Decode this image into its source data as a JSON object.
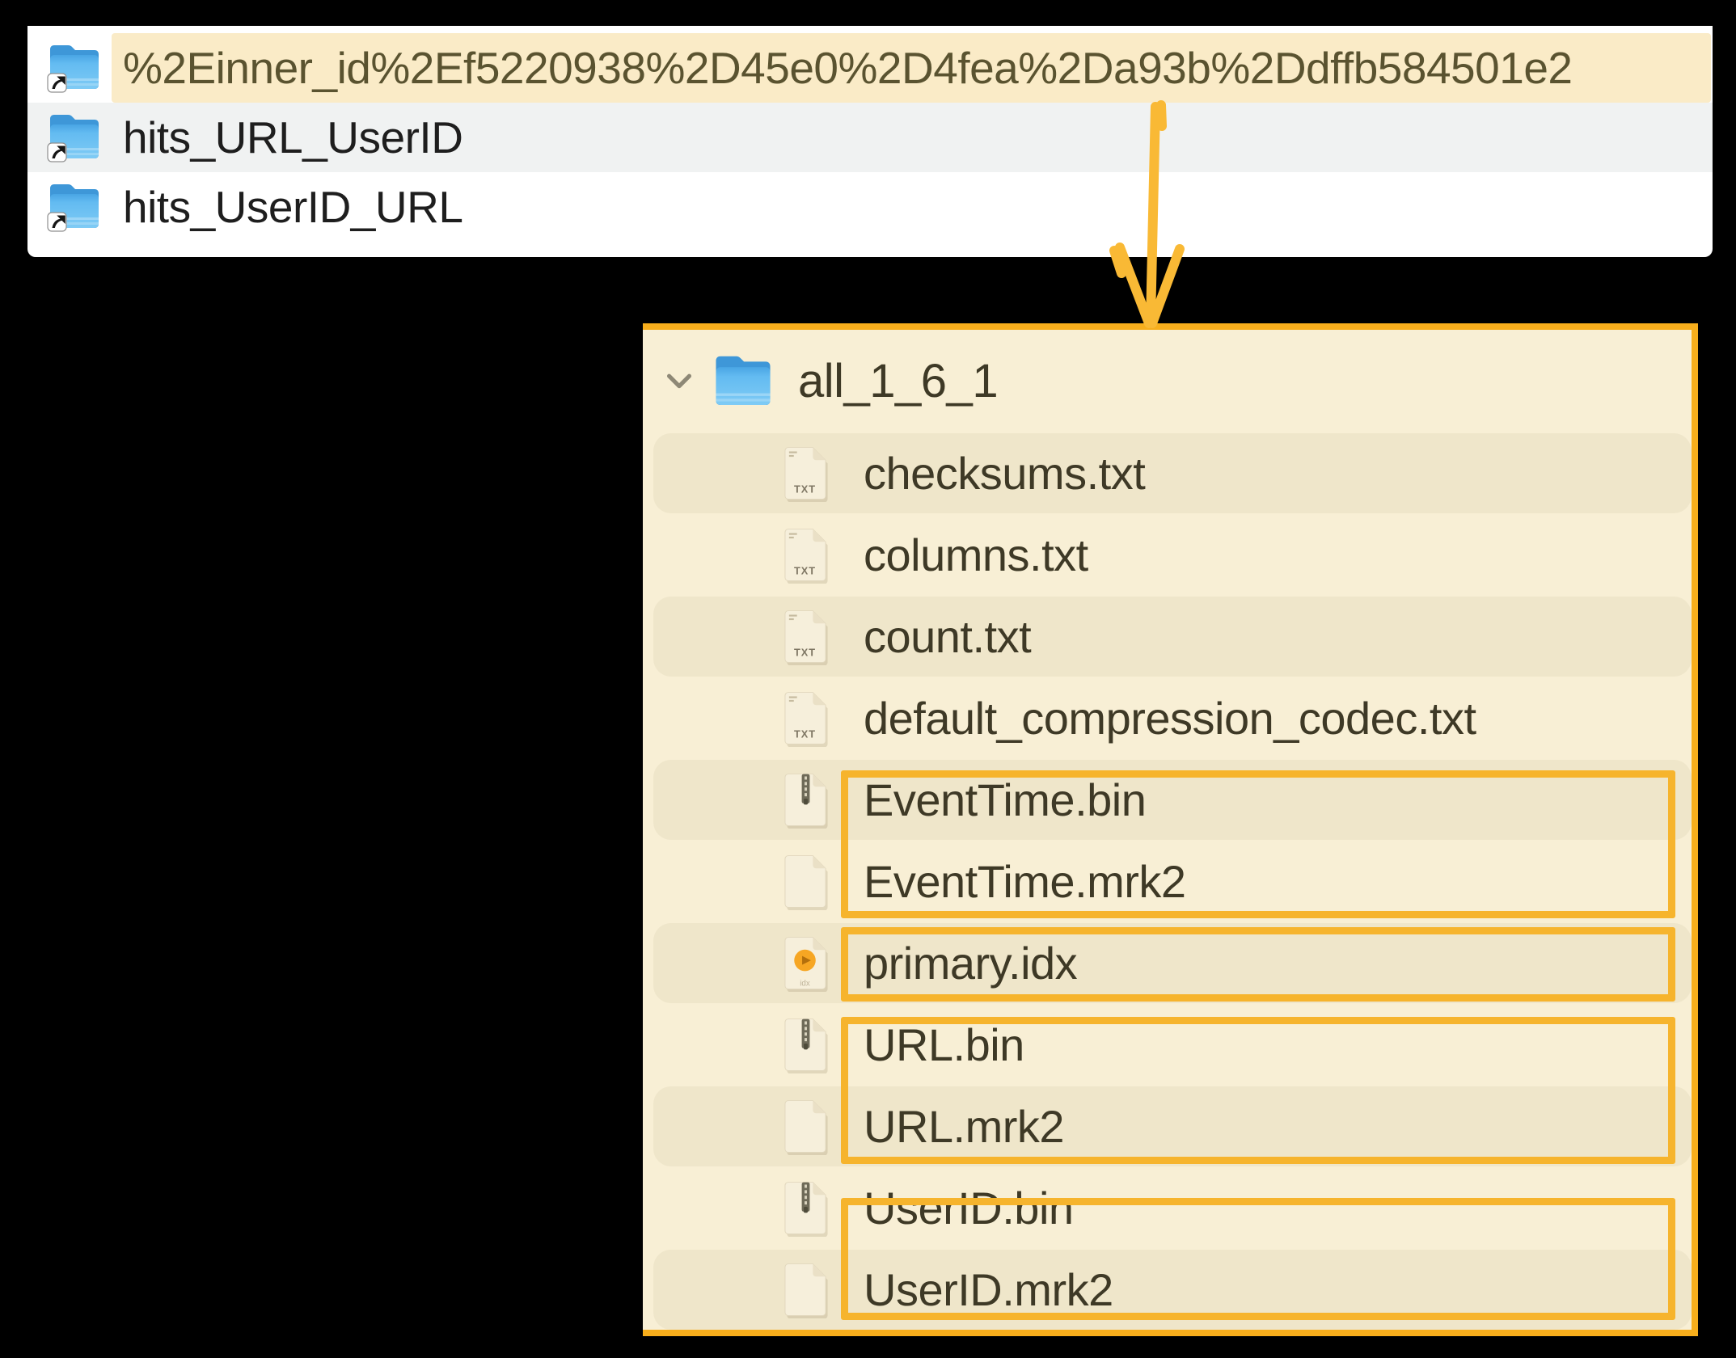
{
  "source_list": {
    "items": [
      {
        "label": "%2Einner_id%2Ef5220938%2D45e0%2D4fea%2Da93b%2Ddffb584501e2",
        "selected": true
      },
      {
        "label": "hits_URL_UserID",
        "selected": false
      },
      {
        "label": "hits_UserID_URL",
        "selected": false
      }
    ]
  },
  "detail_panel": {
    "root_folder": "all_1_6_1",
    "files": [
      {
        "label": "checksums.txt",
        "icon": "txt-file-icon"
      },
      {
        "label": "columns.txt",
        "icon": "txt-file-icon"
      },
      {
        "label": "count.txt",
        "icon": "txt-file-icon"
      },
      {
        "label": "default_compression_codec.txt",
        "icon": "txt-file-icon"
      },
      {
        "label": "EventTime.bin",
        "icon": "bin-file-icon"
      },
      {
        "label": "EventTime.mrk2",
        "icon": "mark-file-icon"
      },
      {
        "label": "primary.idx",
        "icon": "idx-file-icon"
      },
      {
        "label": "URL.bin",
        "icon": "bin-file-icon"
      },
      {
        "label": "URL.mrk2",
        "icon": "mark-file-icon"
      },
      {
        "label": "UserID.bin",
        "icon": "bin-file-icon"
      },
      {
        "label": "UserID.mrk2",
        "icon": "mark-file-icon"
      }
    ]
  },
  "icon_glyphs": {
    "txt_label": "TXT",
    "idx_label": "idx"
  },
  "colors": {
    "selection_cream": "#FAEBC7",
    "alt_row_gray": "#F0F2F2",
    "panel_cream": "#F8EFD5",
    "panel_band": "#EFE6CA",
    "accent_orange": "#F7AE1C",
    "box_orange": "#F6B42D",
    "arrow_orange": "#F9B935",
    "folder_blue": "#57B2EC"
  }
}
